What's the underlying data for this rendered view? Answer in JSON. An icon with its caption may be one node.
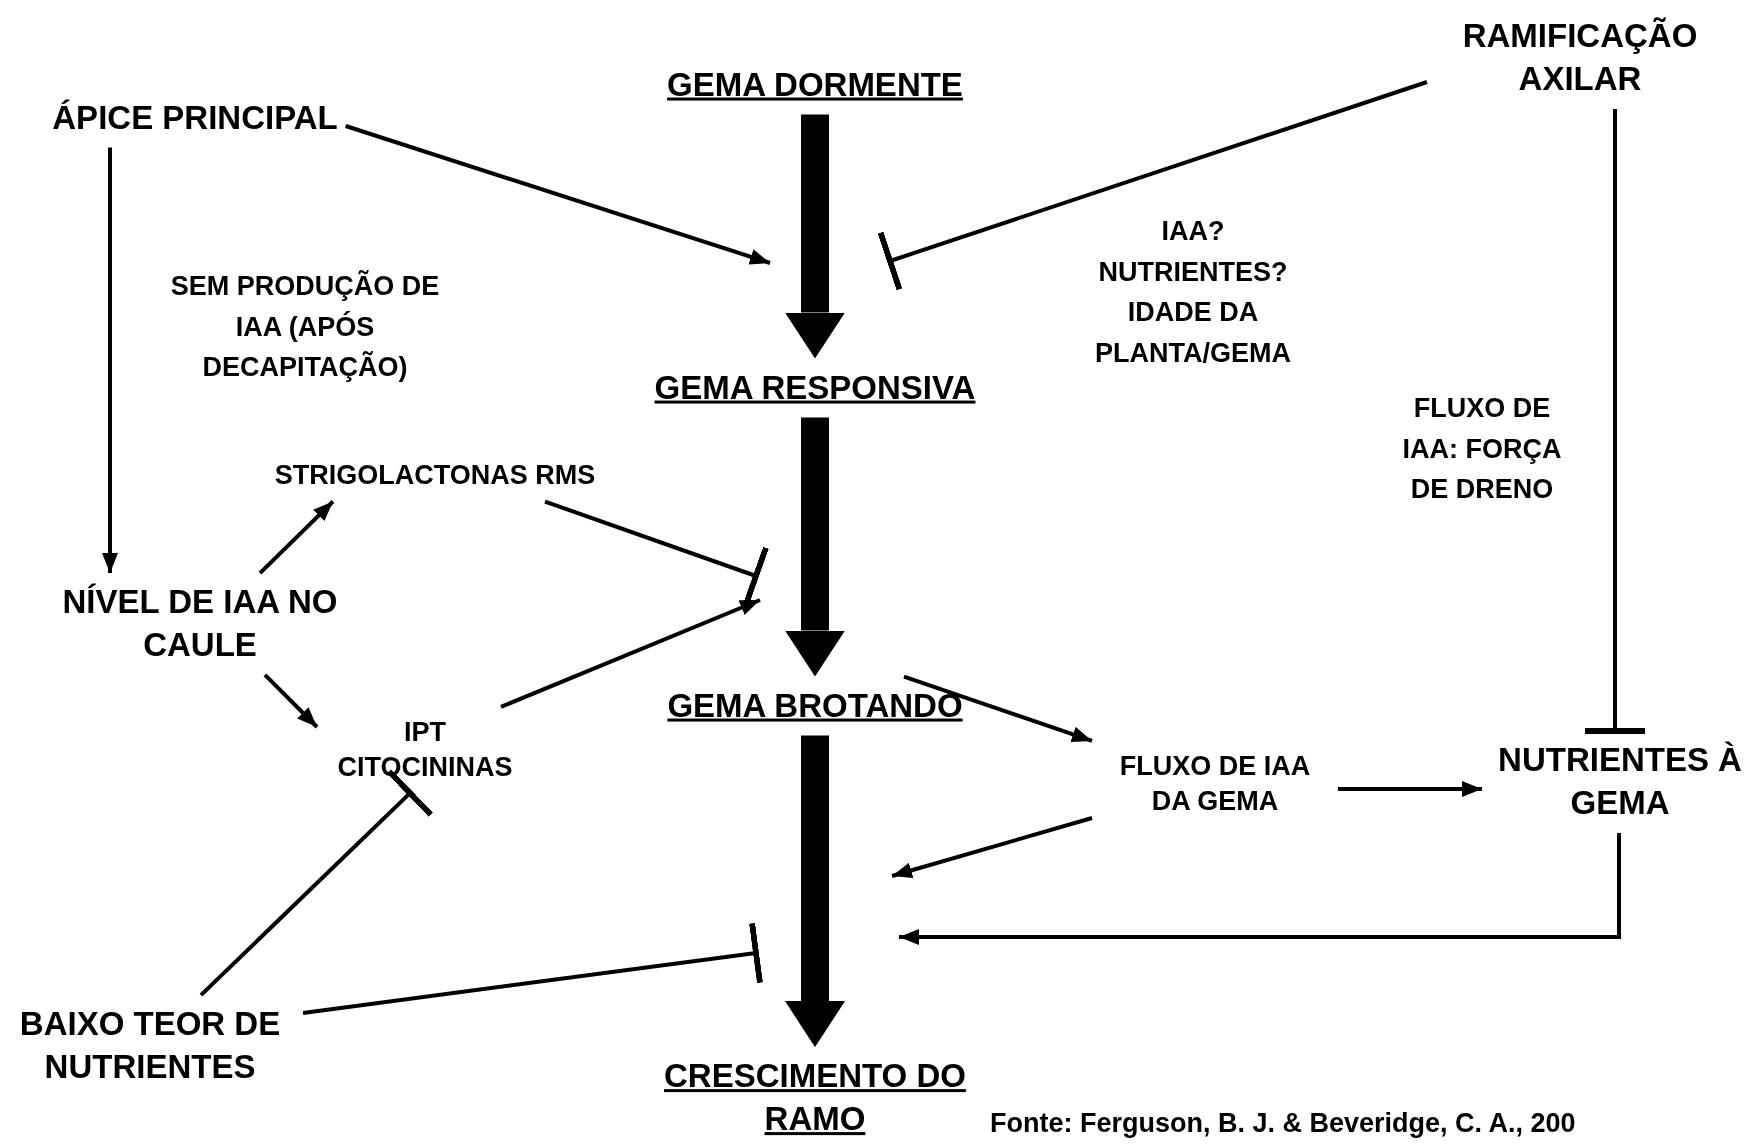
{
  "diagram": {
    "caption": "Fonte: Ferguson, B. J. & Beveridge, C. A., 200",
    "nodes": [
      {
        "text": [
          "ÁPICE PRINCIPAL"
        ]
      },
      {
        "text": [
          "GEMA DORMENTE"
        ]
      },
      {
        "text": [
          "RAMIFICAÇÃO AXILAR"
        ]
      },
      {
        "text": [
          "GEMA RESPONSIVA"
        ]
      },
      {
        "text": [
          "NÍVEL DE IAA NO CAULE"
        ]
      },
      {
        "text": [
          "STRIGOLACTONAS RMS"
        ]
      },
      {
        "text": [
          "IPT CITOCININAS"
        ]
      },
      {
        "text": [
          "GEMA BROTANDO"
        ]
      },
      {
        "text": [
          "FLUXO DE IAA DA GEMA"
        ]
      },
      {
        "text": [
          "NUTRIENTES À GEMA"
        ]
      },
      {
        "text": [
          "BAIXO TEOR DE NUTRIENTES"
        ]
      },
      {
        "text": [
          "CRESCIMENTO DO RAMO"
        ]
      }
    ],
    "edges": [
      {
        "from": 1,
        "to": 3,
        "arrow": "to",
        "style": "thick"
      },
      {
        "from": 3,
        "to": 7,
        "arrow": "to",
        "style": "thick"
      },
      {
        "from": 7,
        "to": 11,
        "arrow": "to",
        "style": "thick"
      },
      {
        "from": 0,
        "to": null,
        "arrow": "to"
      },
      {
        "from": 2,
        "to": null,
        "arrow": "other",
        "label": "IAA? NUTRIENTES? IDADE DA PLANTA/GEMA"
      },
      {
        "from": 0,
        "to": 4,
        "arrow": "to",
        "label": "SEM PRODUÇÃO DE IAA (APÓS DECAPITAÇÃO)"
      },
      {
        "from": 4,
        "to": 5,
        "arrow": "to"
      },
      {
        "from": 4,
        "to": 6,
        "arrow": "to"
      },
      {
        "from": 5,
        "to": null,
        "arrow": "other"
      },
      {
        "from": 6,
        "to": null,
        "arrow": "to"
      },
      {
        "from": 7,
        "to": 8,
        "arrow": "to"
      },
      {
        "from": 8,
        "to": 9,
        "arrow": "to"
      },
      {
        "from": 8,
        "to": null,
        "arrow": "to"
      },
      {
        "from": 9,
        "to": null,
        "arrow": "to"
      },
      {
        "from": 2,
        "to": 9,
        "arrow": "other",
        "label": "FLUXO DE IAA: FORÇA DE DRENO"
      },
      {
        "from": 10,
        "to": 6,
        "arrow": "other"
      },
      {
        "from": 10,
        "to": null,
        "arrow": "other"
      }
    ]
  }
}
